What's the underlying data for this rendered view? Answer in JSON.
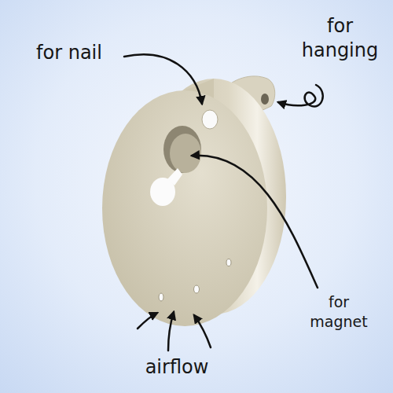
{
  "diagram": {
    "labels": [
      "for nail",
      "for hanging",
      "for magnet",
      "airflow"
    ]
  }
}
